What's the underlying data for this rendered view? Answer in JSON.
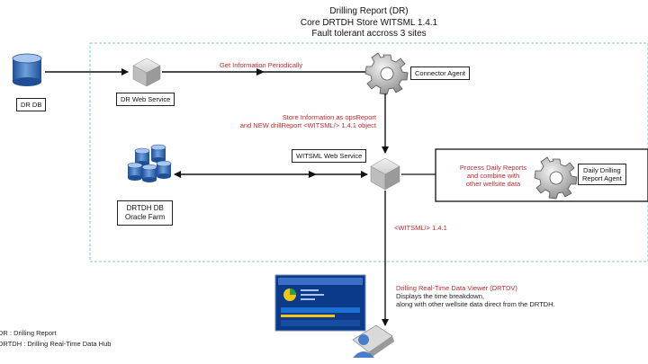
{
  "header": {
    "line1": "Drilling Report (DR)",
    "line2": "Core DRTDH Store  WITSML 1.4.1",
    "line3": "Fault tolerant accross 3 sites"
  },
  "nodes": {
    "dr_db": "DR DB",
    "dr_web_service": "DR Web Service",
    "connector_agent": "Connector Agent",
    "witsml_web_service": "WITSML Web Service",
    "drtdh_db_line1": "DRTDH DB",
    "drtdh_db_line2": "Oracle Farm",
    "daily_agent_line1": "Daily Drilling",
    "daily_agent_line2": "Report Agent"
  },
  "edges": {
    "get_info": "Get Information Periodically",
    "store_info_line1": "Store Information as opsReport",
    "store_info_line2": "and NEW drillReport <WITSML/> 1.4.1 object",
    "process_line1": "Process Daily Reports",
    "process_line2": "and combine with",
    "process_line3": "other wellsite data",
    "witsml_version": "<WITSML/> 1.4.1"
  },
  "viewer": {
    "line1": "Drilling Real-Time Data Viewer (DRTDV)",
    "line2": "Displays the time breakdown,",
    "line3": "along with other wellsite data direct from the DRTDH."
  },
  "legend": {
    "item1": "DR : Drilling Report",
    "item2": "DRTDH : Drilling Real-Time Data Hub"
  },
  "colors": {
    "dashed_border": "#7fc6d8",
    "accent_red": "#c0282c",
    "db_blue": "#3a6fb5"
  }
}
